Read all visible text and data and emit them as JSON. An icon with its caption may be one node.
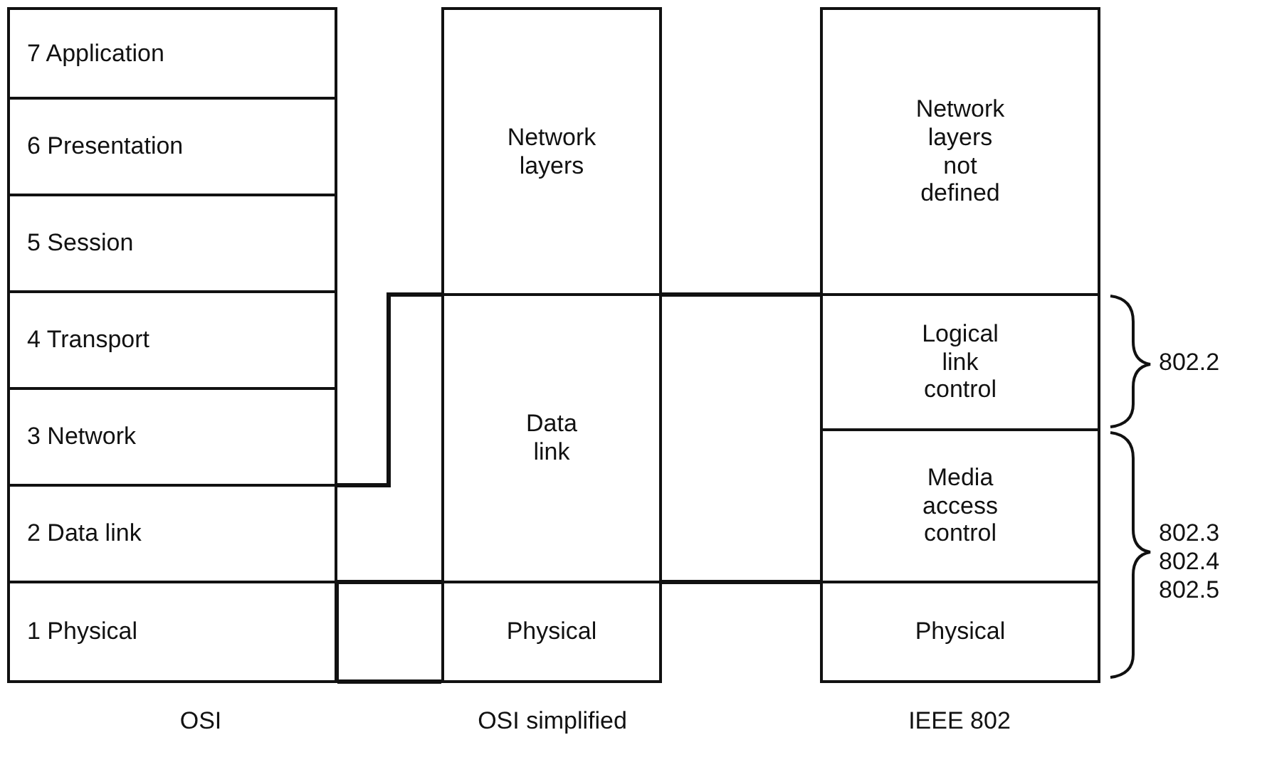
{
  "diagram": {
    "nodes": [
      {
        "text": [
          "7 Application"
        ]
      },
      {
        "text": [
          "6 Presentation"
        ]
      },
      {
        "text": [
          "5 Session"
        ]
      },
      {
        "text": [
          "4 Transport"
        ]
      },
      {
        "text": [
          "3 Network"
        ]
      },
      {
        "text": [
          "2 Data link"
        ]
      },
      {
        "text": [
          "1 Physical"
        ]
      },
      {
        "text": [
          "Network layers"
        ]
      },
      {
        "text": [
          "Data link"
        ]
      },
      {
        "text": [
          "Physical"
        ]
      },
      {
        "text": [
          "Network layers not defined"
        ]
      },
      {
        "text": [
          "Logical link control"
        ]
      },
      {
        "text": [
          "Media access control"
        ]
      },
      {
        "text": [
          "Physical"
        ]
      }
    ],
    "labels": [
      "802.2",
      "802.3",
      "802.4",
      "802.5",
      "OSI",
      "OSI simplified",
      "IEEE 802"
    ]
  }
}
